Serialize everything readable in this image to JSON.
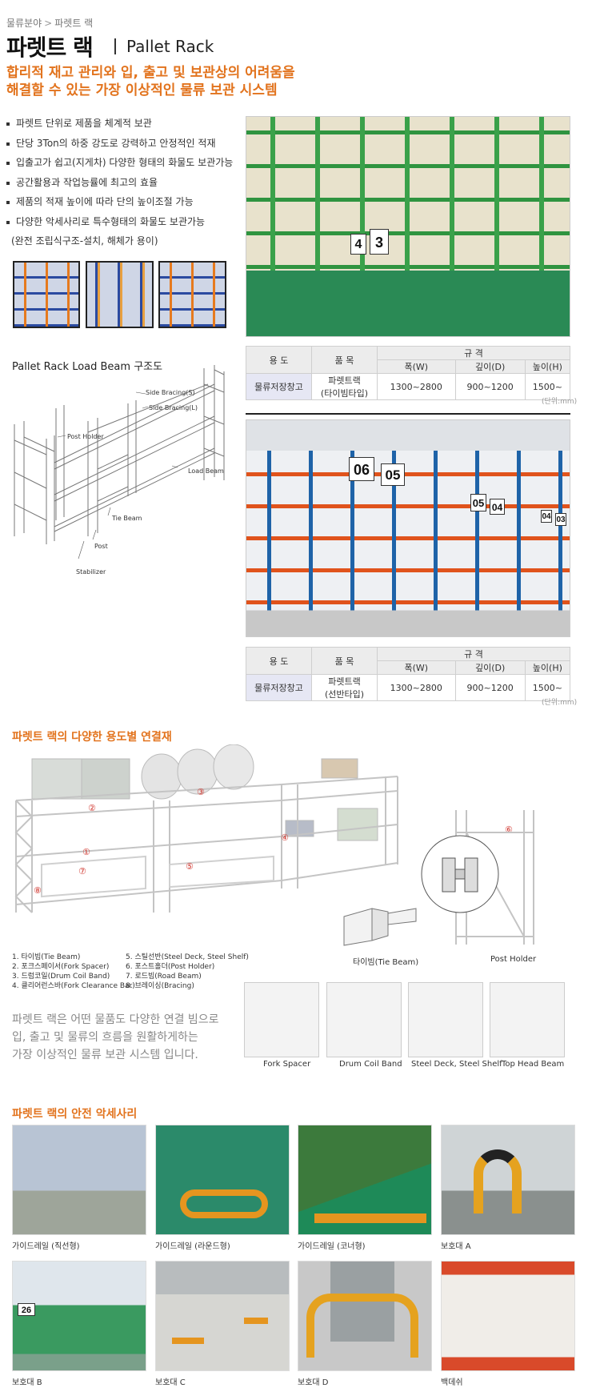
{
  "header": {
    "breadcrumb_1": "물류분야",
    "breadcrumb_sep": ">",
    "breadcrumb_2": "파렛트 랙",
    "title_ko": "파렛트 랙",
    "title_en": "Pallet Rack",
    "headline_line1": "합리적 재고 관리와 입, 출고 및 보관상의 어려움을",
    "headline_line2": "해결할 수 있는 가장 이상적인 물류 보관 시스템"
  },
  "features": [
    "파렛트 단위로 제품을 체계적 보관",
    "단당 3Ton의 하중 강도로 강력하고 안정적인 적재",
    "입출고가 쉽고(지게차) 다양한 형태의 화물도 보관가능",
    "공간활용과 작업능률에 최고의 효율",
    "제품의 적재 높이에 따라 단의 높이조절 가능",
    "다양한 악세사리로 특수형태의 화물도 보관가능"
  ],
  "features_note": "(완전 조립식구조-설치, 해체가 용이)",
  "photo1_signs": [
    "4",
    "3"
  ],
  "photo2_signs": [
    "06",
    "05",
    "05",
    "04",
    "04",
    "03"
  ],
  "structure": {
    "title": "Pallet Rack  Load Beam 구조도",
    "labels": {
      "side_bracing_s": "Side Bracing(S)",
      "side_bracing_l": "Side Bracing(L)",
      "post_holder": "Post Holder",
      "load_beam": "Load Beam",
      "tie_beam": "Tie Beam",
      "post": "Post",
      "stabilizer": "Stabilizer"
    }
  },
  "spec_table_1": {
    "col_use": "용 도",
    "col_item": "품 목",
    "col_spec": "규 격",
    "col_w": "폭(W)",
    "col_d": "깊이(D)",
    "col_h": "높이(H)",
    "use": "물류저장창고",
    "item_l1": "파렛트랙",
    "item_l2": "(타이빔타입)",
    "w": "1300~2800",
    "d": "900~1200",
    "h": "1500~",
    "unit": "(단위:mm)"
  },
  "spec_table_2": {
    "col_use": "용 도",
    "col_item": "품 목",
    "col_spec": "규 격",
    "col_w": "폭(W)",
    "col_d": "깊이(D)",
    "col_h": "높이(H)",
    "use": "물류저장창고",
    "item_l1": "파렛트랙",
    "item_l2": "(선반타입)",
    "w": "1300~2800",
    "d": "900~1200",
    "h": "1500~",
    "unit": "(단위:mm)"
  },
  "connectors": {
    "title": "파렛트 랙의 다양한 용도별 연결재",
    "numbers": [
      "①",
      "②",
      "③",
      "④",
      "⑤",
      "⑥",
      "⑦",
      "⑧"
    ],
    "legend_left": [
      "1. 타이빔(Tie Beam)",
      "2. 포크스페이서(Fork Spacer)",
      "3. 드럼코일(Drum Coil Band)",
      "4. 클리어런스바(Fork Clearance Bar)"
    ],
    "legend_right": [
      "5. 스틸선반(Steel Deck, Steel Shelf)",
      "6. 포스트홀더(Post Holder)",
      "7. 로드빔(Road Beam)",
      "8. 브레이싱(Bracing)"
    ],
    "tie_beam_caption": "타이빔(Tie Beam)",
    "post_holder_caption": "Post Holder",
    "description": [
      "파렛트 랙은 어떤 물품도 다양한 연결 빔으로",
      "입, 출고 및 물류의 흐름을 원활하게하는",
      "가장 이상적인 물류 보관 시스템 입니다."
    ],
    "accessories": [
      "Fork Spacer",
      "Drum Coil Band",
      "Steel Deck, Steel Shelf",
      "Top Head Beam"
    ]
  },
  "safety": {
    "title": "파렛트 랙의 안전 악세사리",
    "items": [
      "가이드레일 (직선형)",
      "가이드레일 (라운드형)",
      "가이드레일 (코너형)",
      "보호대 A",
      "보호대 B",
      "보호대 C",
      "보호대 D",
      "백데쉬"
    ],
    "photo5_sign": "26"
  },
  "colors": {
    "accent_orange": "#e2731d",
    "table_header_gray": "#ececec",
    "table_lavender": "#e6e7f4"
  }
}
